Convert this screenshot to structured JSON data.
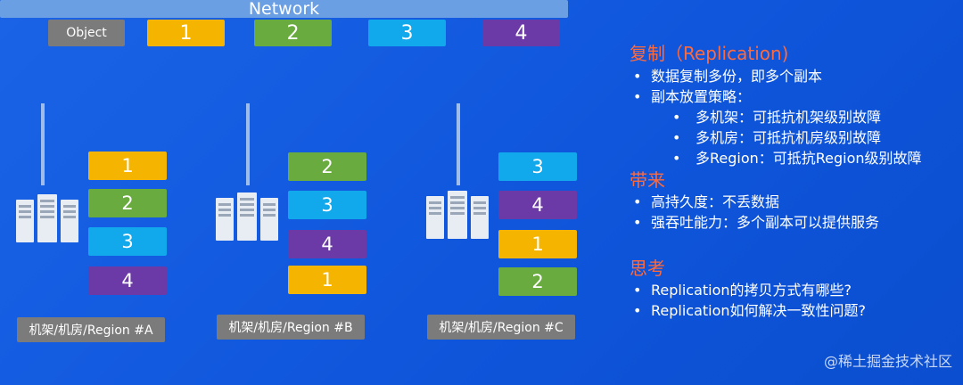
{
  "legend": {
    "object": "Object",
    "blocks": [
      "1",
      "2",
      "3",
      "4"
    ]
  },
  "network": {
    "label": "Network"
  },
  "racks": [
    {
      "label": "机架/机房/Region #A",
      "replicas": [
        "1",
        "2",
        "3",
        "4"
      ]
    },
    {
      "label": "机架/机房/Region #B",
      "replicas": [
        "2",
        "3",
        "4",
        "1"
      ]
    },
    {
      "label": "机架/机房/Region #C",
      "replicas": [
        "3",
        "4",
        "1",
        "2"
      ]
    }
  ],
  "colors": {
    "1": "#f5b400",
    "2": "#6aab3f",
    "3": "#11a8ec",
    "4": "#6b3aa6",
    "heading": "#ff6a3d"
  },
  "notes": {
    "replication_heading": "复制（Replication)",
    "replication_items": [
      "数据复制多份，即多个副本",
      "副本放置策略："
    ],
    "placement_items": [
      "多机架：可抵抗机架级别故障",
      "多机房：可抵抗机房级别故障",
      "多Region：可抵抗Region级别故障"
    ],
    "benefits_heading": "带来",
    "benefits_items": [
      "高持久度：不丢数据",
      "强吞吐能力：多个副本可以提供服务"
    ],
    "thinking_heading": "思考",
    "thinking_items": [
      "Replication的拷贝方式有哪些?",
      "Replication如何解决一致性问题?"
    ]
  },
  "watermark": "@稀土掘金技术社区"
}
